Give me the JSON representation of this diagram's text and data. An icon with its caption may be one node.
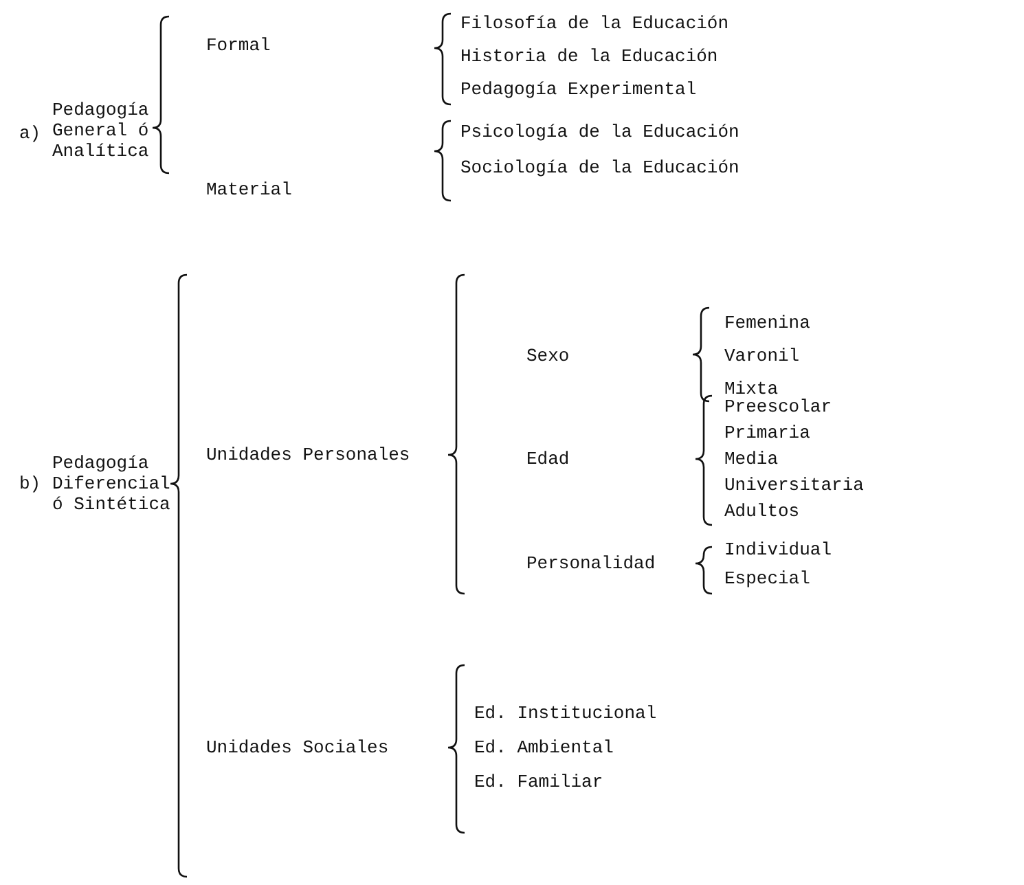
{
  "diagram": {
    "labels": [
      "a)",
      "Pedagogía General ó Analítica",
      "Formal",
      "Filosofía de la Educación",
      "Historia de la Educación",
      "Pedagogía Experimental",
      "Material",
      "Psicología de la Educación",
      "Sociología de la Educación",
      "b)",
      "Pedagogía Diferencial ó Sintética",
      "Unidades Personales",
      "Sexo",
      "Femenina",
      "Varonil",
      "Mixta",
      "Edad",
      "Preescolar",
      "Primaria",
      "Media",
      "Universitaria",
      "Adultos",
      "Personalidad",
      "Individual",
      "Especial",
      "Unidades Sociales",
      "Ed. Institucional",
      "Ed. Ambiental",
      "Ed. Familiar"
    ]
  }
}
